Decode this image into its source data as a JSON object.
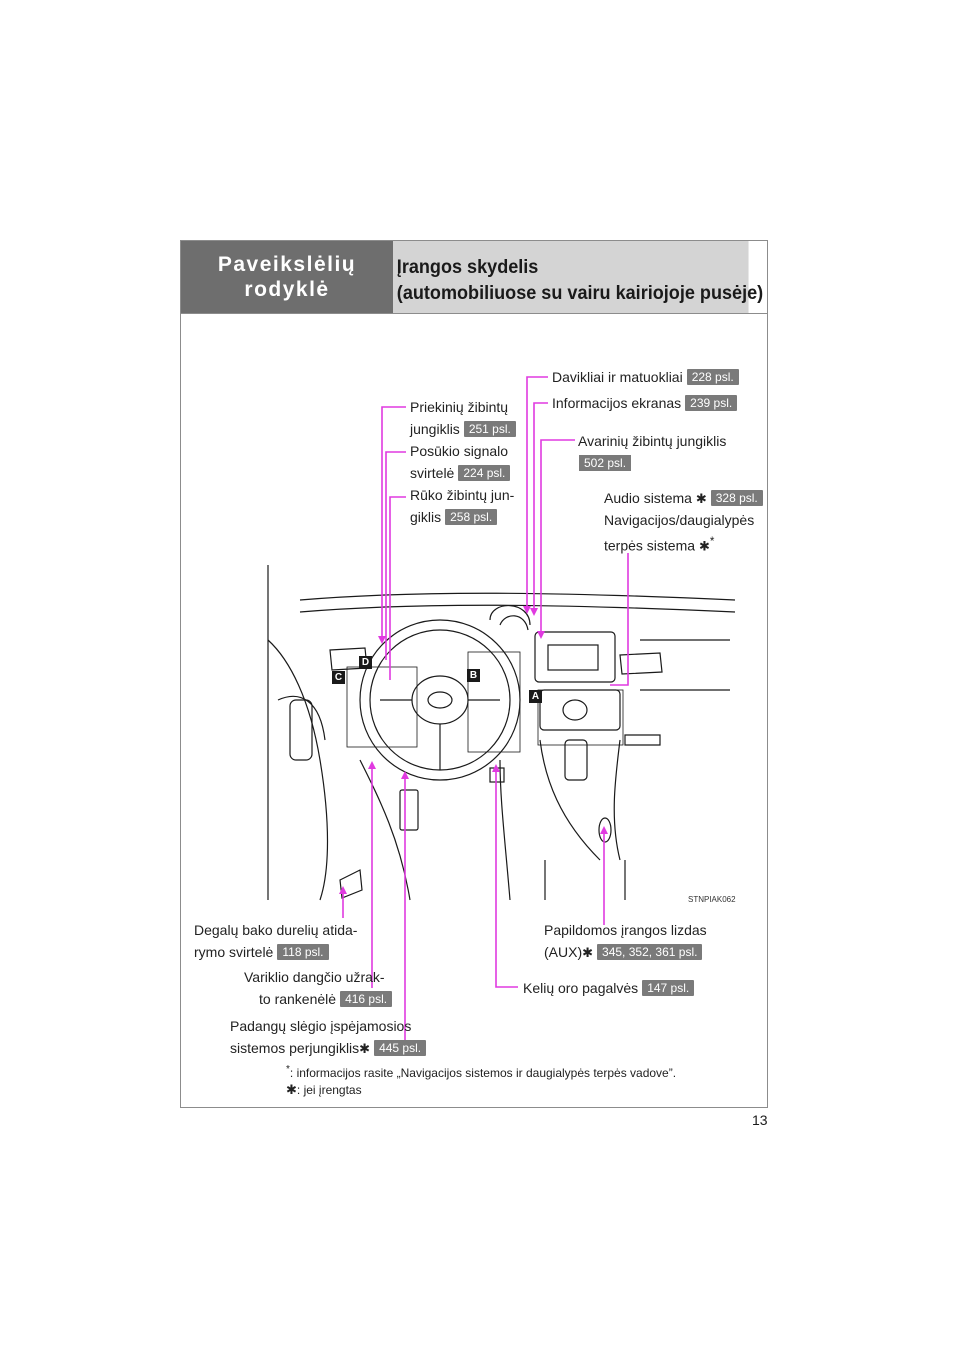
{
  "header": {
    "section_line1": "Paveikslėlių",
    "section_line2": "rodyklė",
    "title_line1": "Įrangos skydelis",
    "title_line2": "(automobiliuose su vairu kairiojoje pusėje)"
  },
  "callouts": {
    "gauges": {
      "label": "Davikliai ir matuokliai",
      "page": "228 psl."
    },
    "info_display": {
      "label": "Informacijos ekranas",
      "page": "239 psl."
    },
    "headlight_switch": {
      "line1": "Priekinių žibintų",
      "line2": "jungiklis",
      "page": "251 psl."
    },
    "turn_signal": {
      "line1": "Posūkio signalo",
      "line2": "svirtelė",
      "page": "224 psl."
    },
    "fog_light": {
      "line1": "Rūko žibintų jun-",
      "line2": "giklis",
      "page": "258 psl."
    },
    "hazard": {
      "label": "Avarinių žibintų jungiklis",
      "page": "502 psl."
    },
    "audio": {
      "line1": "Audio sistema",
      "line2": "Navigacijos/daugialypės",
      "line3": "terpės sistema",
      "page": "328 psl."
    },
    "fuel_door": {
      "line1": "Degalų bako durelių atida-",
      "line2": "rymo svirtelė",
      "page": "118 psl."
    },
    "hood": {
      "line1": "Variklio dangčio užrak-",
      "line2": "to rankenėlė",
      "page": "416 psl."
    },
    "tpws": {
      "line1": "Padangų slėgio įspėjamosios",
      "line2": "sistemos perjungiklis",
      "page": "445 psl."
    },
    "aux": {
      "line1": "Papildomos įrangos lizdas",
      "line2": "(AUX)",
      "page": "345, 352, 361 psl."
    },
    "knee_airbag": {
      "label": "Kelių oro pagalvės",
      "page": "147 psl."
    }
  },
  "areas": {
    "a": "A",
    "b": "B",
    "c": "C",
    "d": "D"
  },
  "illustration_code": "STNPIAK062",
  "footnotes": {
    "note1": ": informacijos rasite „Navigacijos sistemos ir daugialypės terpės vadove”.",
    "note2": ": jei įrengtas"
  },
  "page_number": "13",
  "colors": {
    "callout_line": "#e03ae0",
    "badge": "#7a7a7a",
    "header_dark": "#6e6e6e",
    "header_light": "#d4d4d4"
  }
}
